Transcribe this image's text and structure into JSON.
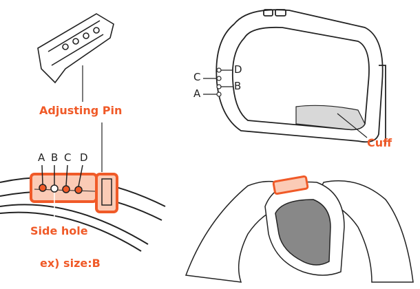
{
  "labels": {
    "adjusting_pin": "Adjusting Pin",
    "side_hole": "Side hole",
    "example": "ex) size:B",
    "cuff": "Cuff",
    "holes": [
      "A",
      "B",
      "C",
      "D"
    ]
  },
  "colors": {
    "accent": "#f05a28",
    "highlight_fill": "#fbcbb6",
    "cuff_fill": "#d8d8d8"
  },
  "selected_size": "B"
}
